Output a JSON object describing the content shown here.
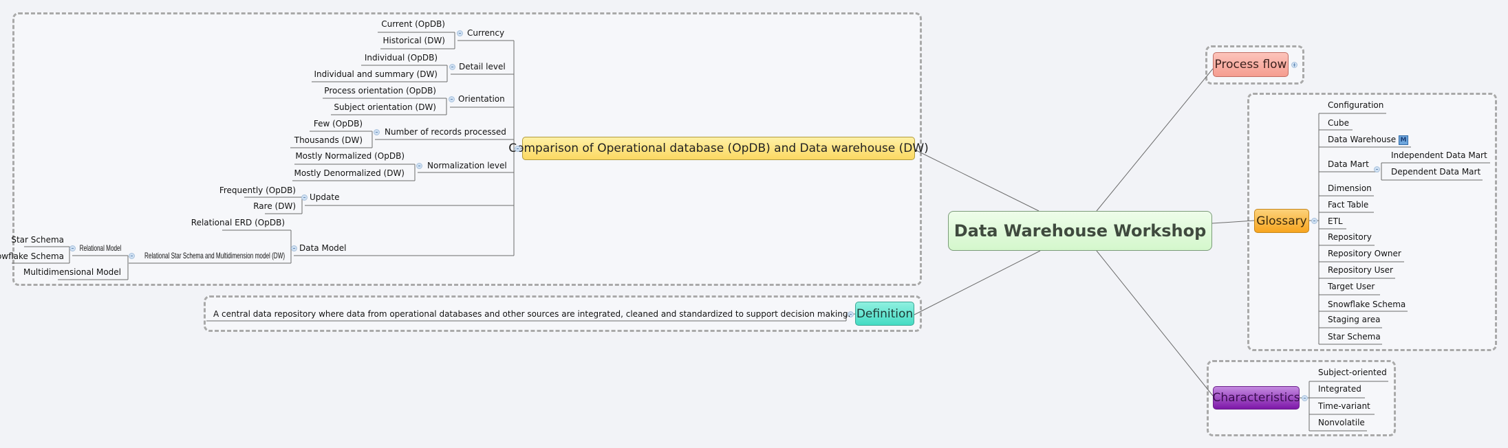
{
  "central": {
    "title": "Data Warehouse Workshop"
  },
  "comparison": {
    "title": "Comparison of Operational database (OpDB) and Data warehouse (DW)",
    "currency": {
      "label": "Currency",
      "opdb": "Current (OpDB)",
      "dw": "Historical (DW)"
    },
    "detail": {
      "label": "Detail level",
      "opdb": "Individual (OpDB)",
      "dw": "Individual and summary (DW)"
    },
    "orientation": {
      "label": "Orientation",
      "opdb": "Process orientation (OpDB)",
      "dw": "Subject orientation (DW)"
    },
    "records": {
      "label": "Number of records processed",
      "opdb": "Few (OpDB)",
      "dw": "Thousands (DW)"
    },
    "normalization": {
      "label": "Normalization level",
      "opdb": "Mostly Normalized (OpDB)",
      "dw": "Mostly Denormalized (DW)"
    },
    "update": {
      "label": "Update",
      "opdb": "Frequently (OpDB)",
      "dw": "Rare (DW)"
    },
    "datamodel": {
      "label": "Data Model",
      "opdb": "Relational ERD (OpDB)",
      "dw": "Relational Star Schema and Multidimension model (DW)",
      "relational": "Relational Model",
      "star": "Star Schema",
      "snowflake": "Snowflake Schema",
      "multidim": "Multidimensional Model"
    }
  },
  "definition": {
    "title": "Definition",
    "text": "A central data repository where data from operational databases and other sources are integrated, cleaned and standardized to support decision making."
  },
  "process_flow": {
    "title": "Process flow",
    "collapsed": true
  },
  "glossary": {
    "title": "Glossary",
    "items": [
      "Configuration",
      "Cube",
      "Data Warehouse",
      "Data Mart",
      "Dimension",
      "Fact Table",
      "ETL",
      "Repository",
      "Repository Owner",
      "Repository User",
      "Target User",
      "Snowflake Schema",
      "Staging area",
      "Star Schema"
    ],
    "data_mart_children": [
      "Independent Data Mart",
      "Dependent Data Mart"
    ],
    "marker": "M"
  },
  "characteristics": {
    "title": "Characteristics",
    "items": [
      "Subject-oriented",
      "Integrated",
      "Time-variant",
      "Nonvolatile"
    ]
  },
  "colors": {
    "central": "#dff7d9",
    "comparison": "#fde57f",
    "definition": "#5fe3cf",
    "process_flow": "#f7a99e",
    "glossary": "#f9b233",
    "characteristics": "#9b3fc0"
  }
}
